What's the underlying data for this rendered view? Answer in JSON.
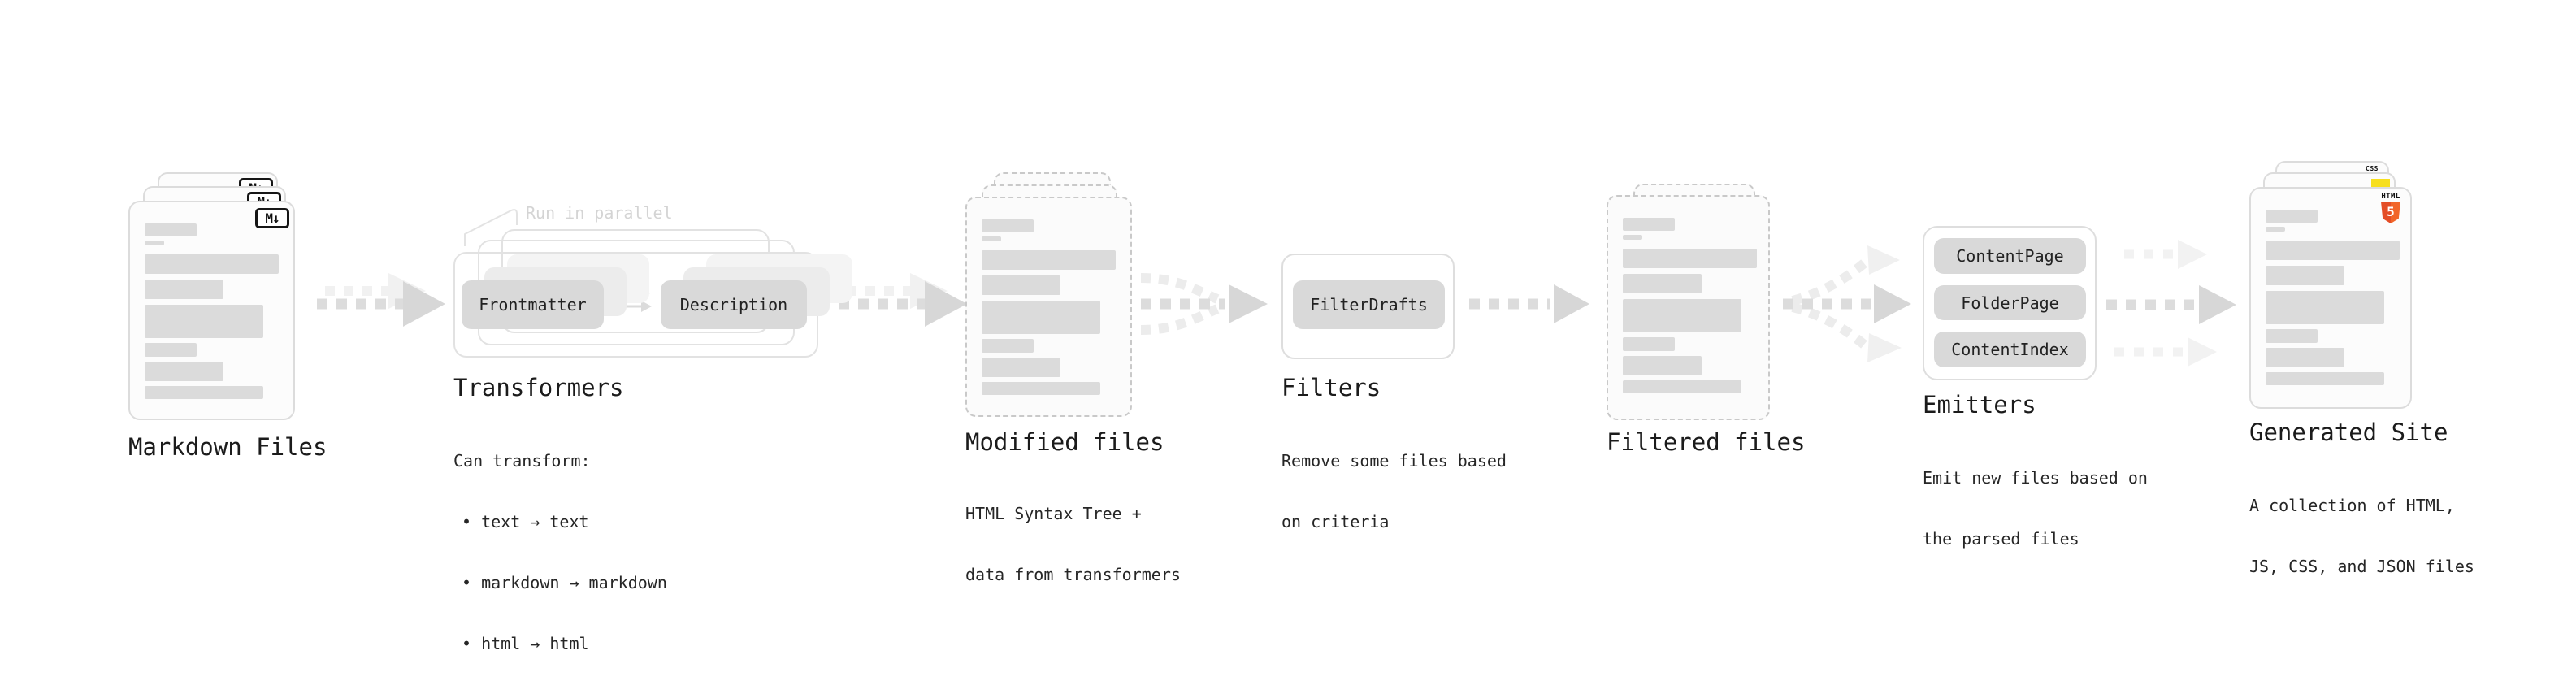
{
  "stages": {
    "markdown_files": {
      "label": "Markdown Files",
      "file_badge": "M↓"
    },
    "transformers": {
      "label": "Transformers",
      "annotation": "Run in parallel",
      "frontmatter_box": "Frontmatter",
      "description_box": "Description",
      "caption_title": "Can transform:",
      "caption_bullets": [
        "• text → text",
        "• markdown → markdown",
        "• html → html"
      ]
    },
    "modified_files": {
      "label": "Modified files",
      "caption_line1": "HTML Syntax Tree +",
      "caption_line2": "data from transformers"
    },
    "filters": {
      "label": "Filters",
      "filter_box": "FilterDrafts",
      "caption_line1": "Remove some files based",
      "caption_line2": "on criteria"
    },
    "filtered_files": {
      "label": "Filtered files"
    },
    "emitters": {
      "label": "Emitters",
      "emitter_boxes": [
        "ContentPage",
        "FolderPage",
        "ContentIndex"
      ],
      "caption_line1": "Emit new files based on",
      "caption_line2": "the parsed files"
    },
    "generated_site": {
      "label": "Generated Site",
      "css_badge": "CSS",
      "html_badge_text": "HTML",
      "html_badge_number": "5",
      "caption_line1": "A collection of HTML,",
      "caption_line2": "JS, CSS, and JSON files"
    }
  },
  "colors": {
    "accent_css_blue": "#2965f1",
    "accent_js_yellow": "#f7df1e",
    "accent_html_orange": "#e44d26"
  }
}
